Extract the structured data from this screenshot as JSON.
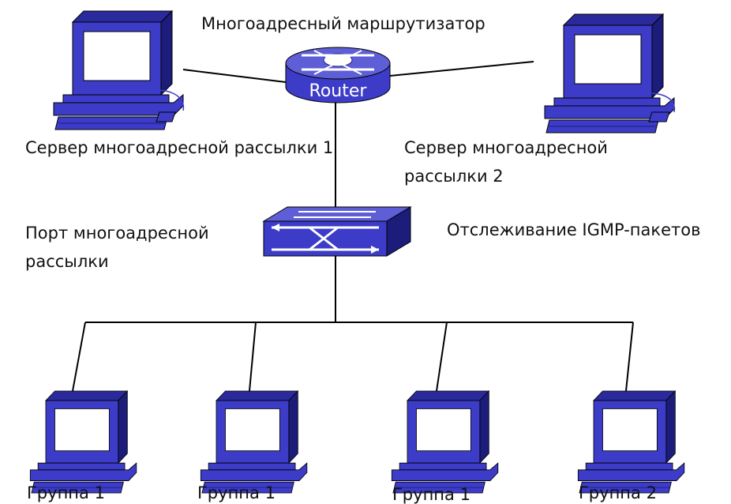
{
  "labels": {
    "router_title": "Многоадресный маршрутизатор",
    "router_text": "Router",
    "server1": "Сервер многоадресной рассылки 1",
    "server2_line1": "Сервер многоадресной",
    "server2_line2": "рассылки 2",
    "port_line1": "Порт многоадресной",
    "port_line2": "рассылки",
    "snooping": "Отслеживание IGMP-пакетов",
    "group_a": "Группа 1",
    "group_b": "Группа 1",
    "group_c": "Группа 1",
    "group_d": "Группа 2"
  },
  "colors": {
    "device_blue": "#3c3cc8",
    "device_dark": "#1c1c7a",
    "screen_white": "#ffffff",
    "router_top": "#5e5ed6",
    "line": "#000000"
  },
  "icons": {
    "servers": "desktop-computer-icon",
    "router": "router-icon",
    "switch": "switch-icon",
    "clients": "desktop-computer-icon"
  }
}
